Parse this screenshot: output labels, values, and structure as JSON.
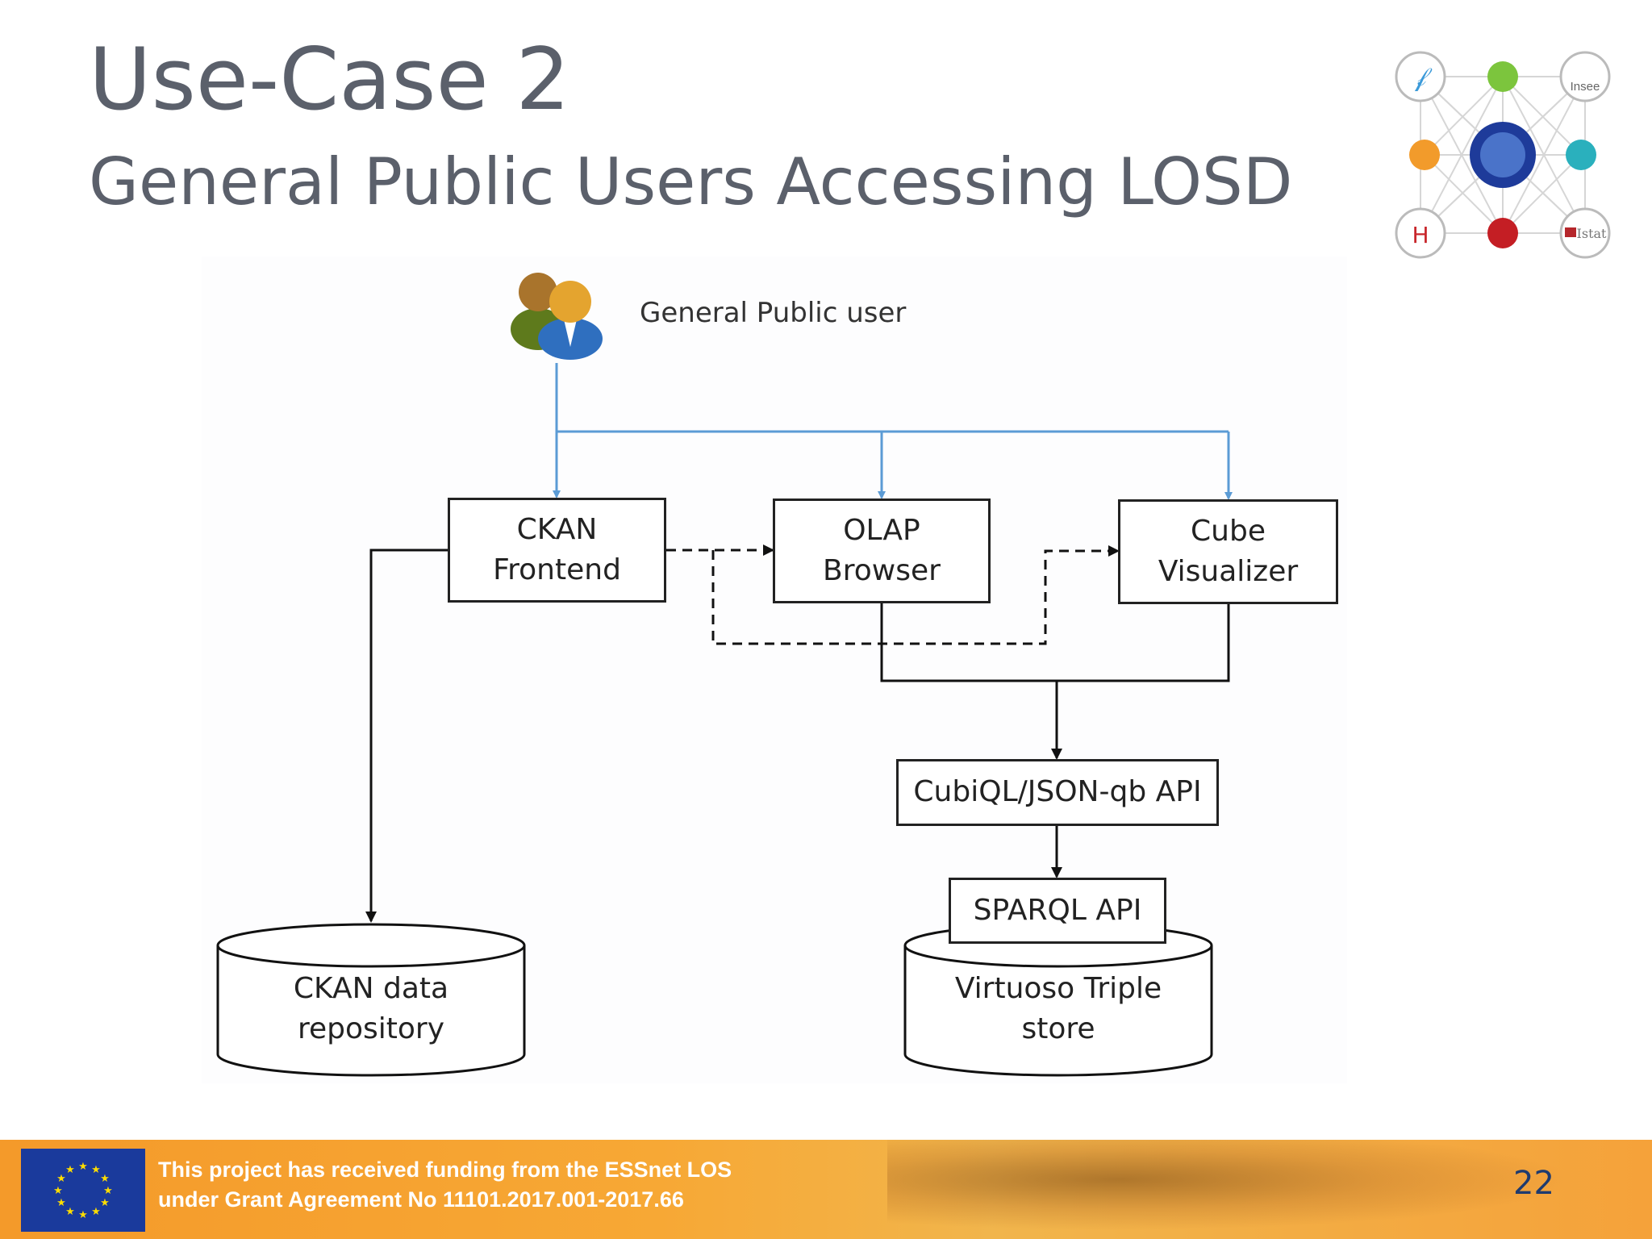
{
  "slide": {
    "title": "Use-Case 2",
    "subtitle": "General Public Users Accessing LOSD",
    "page_number": "22"
  },
  "diagram": {
    "user_label": "General Public user",
    "nodes": {
      "ckan_frontend": [
        "CKAN",
        "Frontend"
      ],
      "olap_browser": [
        "OLAP",
        "Browser"
      ],
      "cube_visualizer": [
        "Cube",
        "Visualizer"
      ],
      "cubiql_api": "CubiQL/JSON-qb API",
      "sparql_api": "SPARQL API",
      "ckan_repository": [
        "CKAN data",
        "repository"
      ],
      "virtuoso_store": [
        "Virtuoso Triple",
        "store"
      ]
    }
  },
  "logo": {
    "partner_labels": [
      "Insee",
      "Istat"
    ]
  },
  "footer": {
    "funding_line1": "This project has received funding from the ESSnet LOS",
    "funding_line2": "under Grant Agreement No 11101.2017.001-2017.66"
  },
  "colors": {
    "title": "#5b606b",
    "blue_arrow": "#5b9bd5",
    "footer_orange": "#f7a835",
    "eu_blue": "#1a3a9c",
    "eu_gold": "#ffdd00"
  }
}
